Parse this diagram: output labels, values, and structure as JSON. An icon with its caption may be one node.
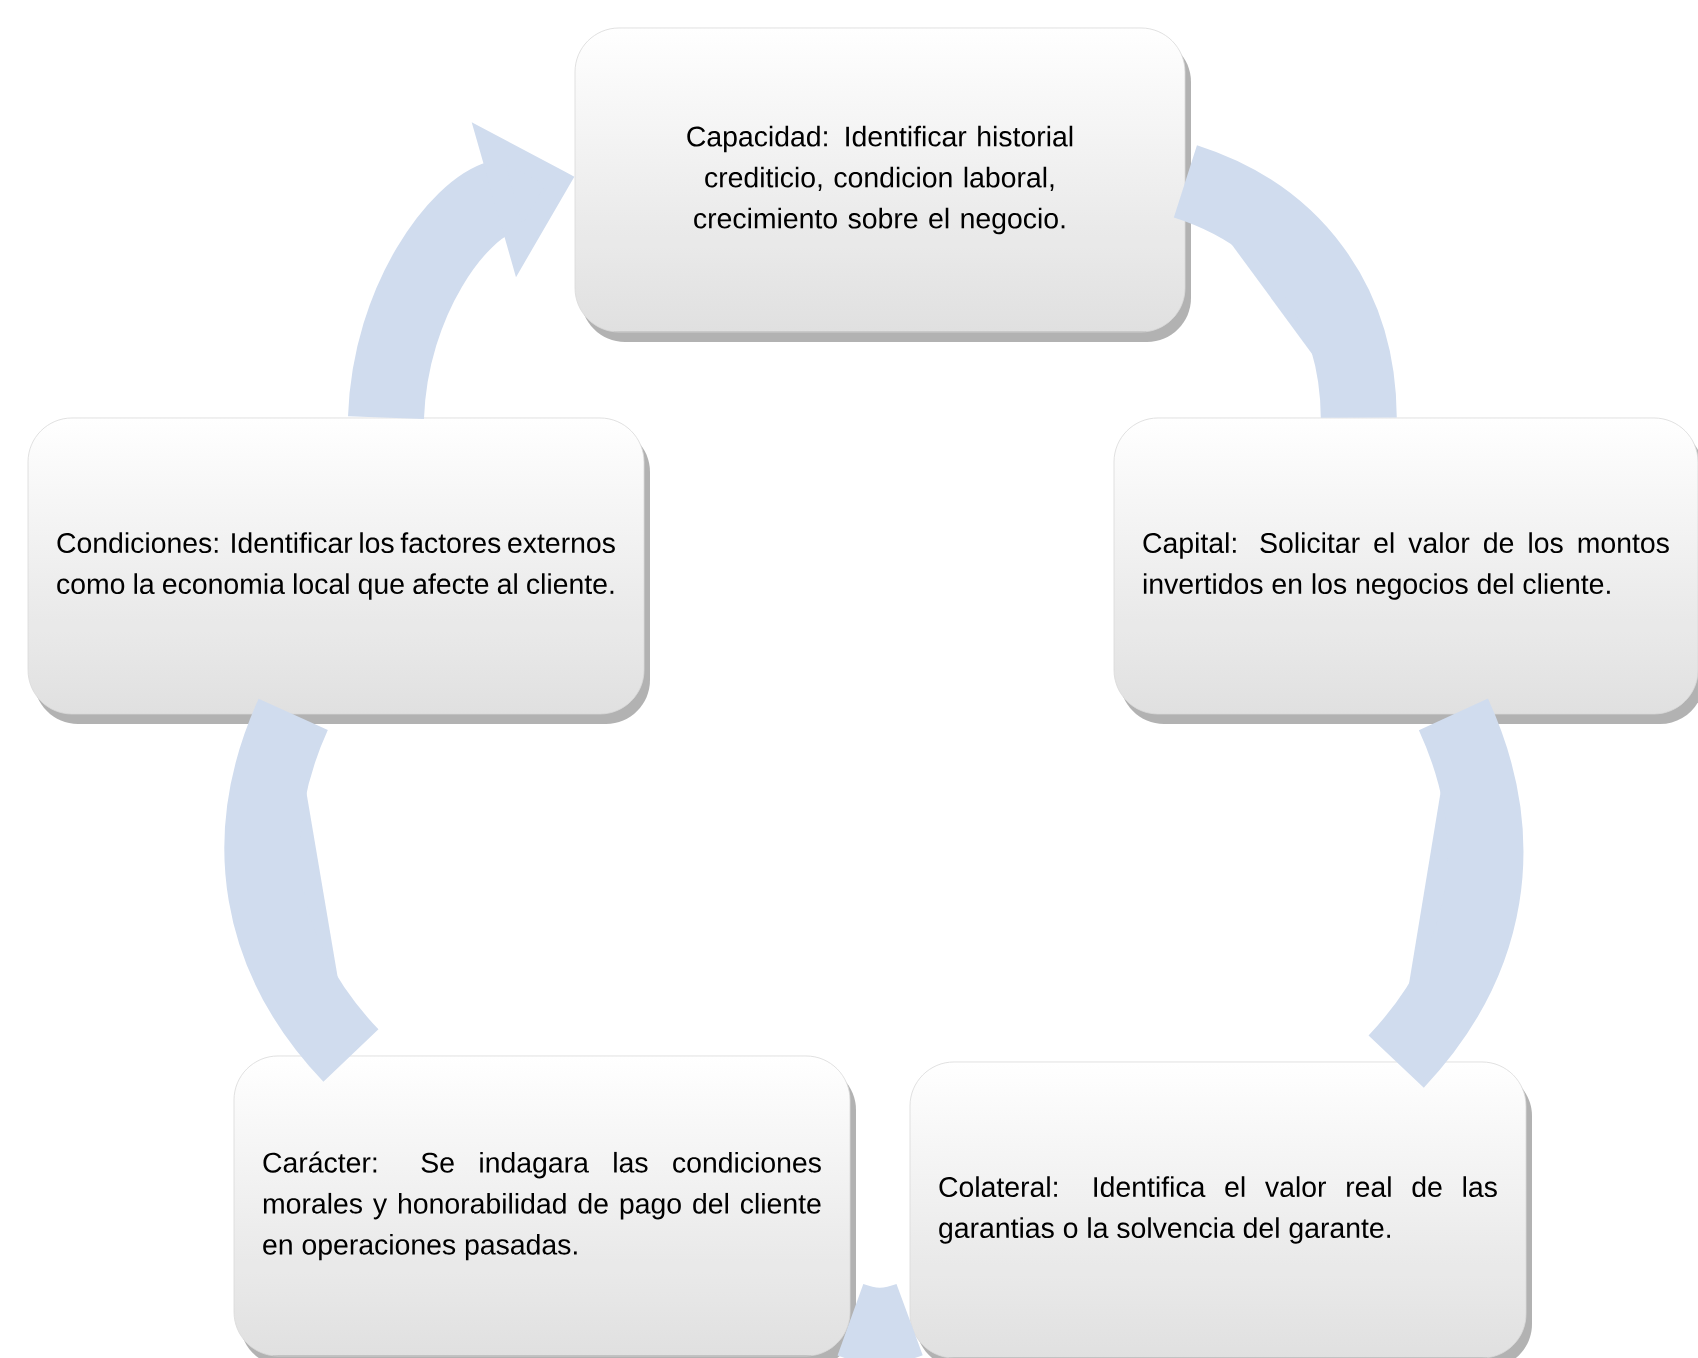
{
  "diagram": {
    "nodes": [
      {
        "text": [
          "Capacidad: Identificar historial crediticio, condicion laboral, crecimiento sobre el negocio."
        ]
      },
      {
        "text": [
          "Condiciones: Identificar los factores externos como la economia local que afecte al cliente."
        ]
      },
      {
        "text": [
          "Capital: Solicitar el valor de los montos invertidos en los negocios del cliente."
        ]
      },
      {
        "text": [
          "Carácter: Se indagara las condiciones morales y honorabilidad de pago del cliente en operaciones pasadas."
        ]
      },
      {
        "text": [
          "Colateral: Identifica el valor real de las garantias o la solvencia del garante."
        ]
      }
    ],
    "edges": [
      {
        "from": 0,
        "to": 2,
        "arrow": "none"
      },
      {
        "from": 2,
        "to": 4,
        "arrow": "none"
      },
      {
        "from": 4,
        "to": 3,
        "arrow": "none"
      },
      {
        "from": 3,
        "to": 1,
        "arrow": "none"
      },
      {
        "from": 1,
        "to": 0,
        "arrow": "to"
      }
    ]
  }
}
